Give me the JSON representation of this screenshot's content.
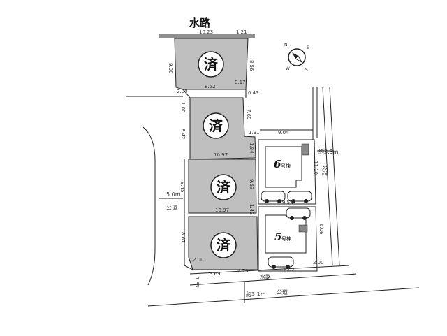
{
  "labels": {
    "waterway": "水路",
    "road_west": "5.0m",
    "road_west_kind": "公道",
    "road_east": "約3.3m",
    "road_east_kind": "公道",
    "road_south": "約3.1m",
    "road_south_kind": "公道",
    "waterway_south": "水路"
  },
  "lots": [
    {
      "status": "済"
    },
    {
      "status": "済"
    },
    {
      "status": "済"
    },
    {
      "status": "済"
    },
    {
      "number": "6",
      "suffix": "号棟"
    },
    {
      "number": "5",
      "suffix": "号棟"
    }
  ],
  "dimensions": {
    "d1": "10.23",
    "d2": "1.21",
    "d3": "9.00",
    "d4": "8.56",
    "d5": "8.52",
    "d6": "0.17",
    "d7": "2.00",
    "d8": "0.43",
    "d9": "1.00",
    "d10": "7.69",
    "d11": "8.42",
    "d12": "1.91",
    "d13": "9.04",
    "d14": "10.97",
    "d15": "9.45",
    "d16": "9.53",
    "d17": "10.97",
    "d18": "9.58",
    "d19": "8.67",
    "d20": "2.00",
    "d21": "3.69",
    "d22": "4.79",
    "d23": "8.02",
    "d24": "2.00",
    "d25": "1.83",
    "d26": "6.06",
    "d27": "11.10",
    "d28": "1.42",
    "d29": "1.84"
  },
  "colors": {
    "sold_fill": "#bfbfbf",
    "line": "#222222",
    "circle_fill": "#ffffff"
  },
  "icons": {
    "compass": "compass-icon",
    "car": "car-icon"
  }
}
